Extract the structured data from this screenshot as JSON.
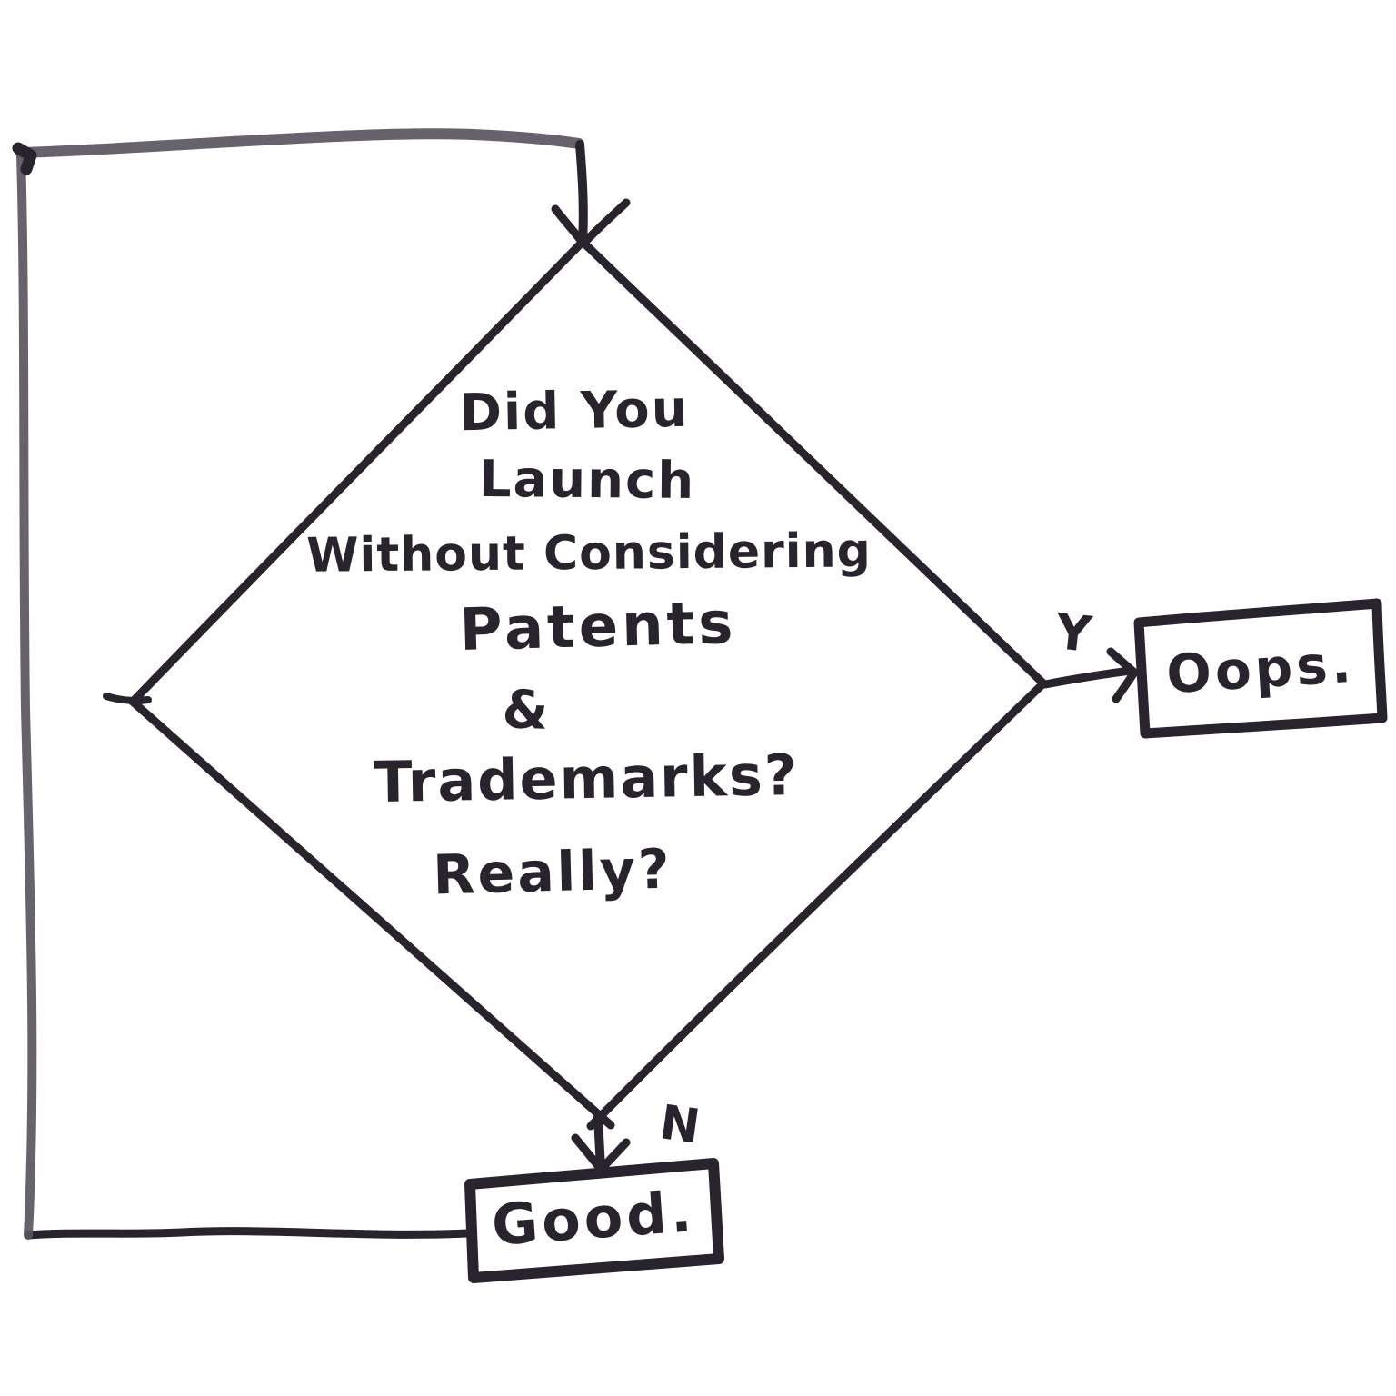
{
  "flowchart": {
    "decision_node": {
      "text_lines": [
        "Did You",
        "Launch",
        "Without Considering",
        "Patents",
        "&",
        "Trademarks?",
        "Really?"
      ]
    },
    "branches": {
      "yes_label": "Y",
      "no_label": "N"
    },
    "terminal_nodes": {
      "oops_label": "Oops.",
      "good_label": "Good."
    },
    "colors": {
      "ink": "#28232d",
      "ink_light": "#5a5560",
      "background": "#ffffff"
    }
  }
}
